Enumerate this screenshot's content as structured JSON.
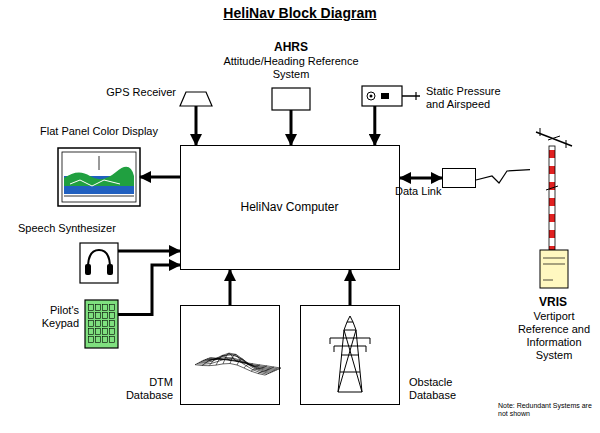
{
  "diagram": {
    "title": "HeliNav Block Diagram",
    "nodes": [
      {
        "text": [
          "GPS Receiver"
        ]
      },
      {
        "text": [
          "AHRS",
          "Attitude/Heading Reference System"
        ]
      },
      {
        "text": [
          "Static Pressure and Airspeed"
        ]
      },
      {
        "text": [
          "Flat Panel Color Display"
        ]
      },
      {
        "text": [
          "HeliNav Computer"
        ]
      },
      {
        "text": [
          "Speech Synthesizer"
        ]
      },
      {
        "text": [
          "Pilot's Keypad"
        ]
      },
      {
        "text": [
          "Data Link"
        ]
      },
      {
        "text": [
          "VRIS",
          "Vertiport Reference and Information System"
        ]
      },
      {
        "text": [
          "DTM Database"
        ]
      },
      {
        "text": [
          "Obstacle Database"
        ]
      }
    ],
    "edges": [
      {
        "from": 0,
        "to": 4,
        "arrow": "to"
      },
      {
        "from": 1,
        "to": 4,
        "arrow": "to"
      },
      {
        "from": 2,
        "to": 4,
        "arrow": "to"
      },
      {
        "from": 4,
        "to": 3,
        "arrow": "to"
      },
      {
        "from": 4,
        "to": 7,
        "arrow": "both"
      },
      {
        "from": 7,
        "to": 8,
        "arrow": "none"
      },
      {
        "from": 5,
        "to": 4,
        "arrow": "to"
      },
      {
        "from": 6,
        "to": 4,
        "arrow": "to"
      },
      {
        "from": 9,
        "to": 4,
        "arrow": "to"
      },
      {
        "from": 10,
        "to": 4,
        "arrow": "to"
      }
    ],
    "labels": [
      "Note: Redundant Systems are not shown"
    ]
  }
}
